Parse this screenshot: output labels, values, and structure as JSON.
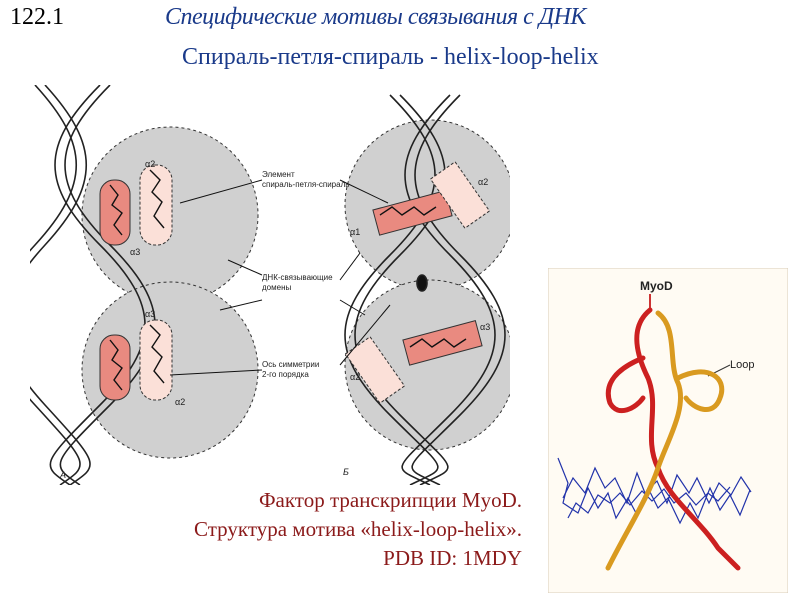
{
  "slide": {
    "number": "122.1",
    "title": "Специфические мотивы связывания с ДНК",
    "subtitle": "Спираль-петля-спираль - helix-loop-helix"
  },
  "figure_a": {
    "panel_a": "А",
    "panel_b": "Б",
    "alpha1": "α1",
    "alpha2": "α2",
    "alpha3": "α3",
    "label_element_line1": "Элемент",
    "label_element_line2": "спираль-петля-спираль",
    "label_domains_line1": "ДНК-связывающие",
    "label_domains_line2": "домены",
    "label_axis_line1": "Ось симметрии",
    "label_axis_line2": "2-го порядка"
  },
  "figure_b": {
    "label_myod": "MyoD",
    "label_loop": "Loop"
  },
  "caption": {
    "line1": "Фактор транскрипции MyoD.",
    "line2": "Структура мотива «helix-loop-helix».",
    "line3": "PDB ID:  1MDY"
  },
  "colors": {
    "title": "#1a3a8a",
    "caption": "#8b1a1a",
    "helix_fill": "#e98a80",
    "domain_gray": "#d0d0d0"
  }
}
